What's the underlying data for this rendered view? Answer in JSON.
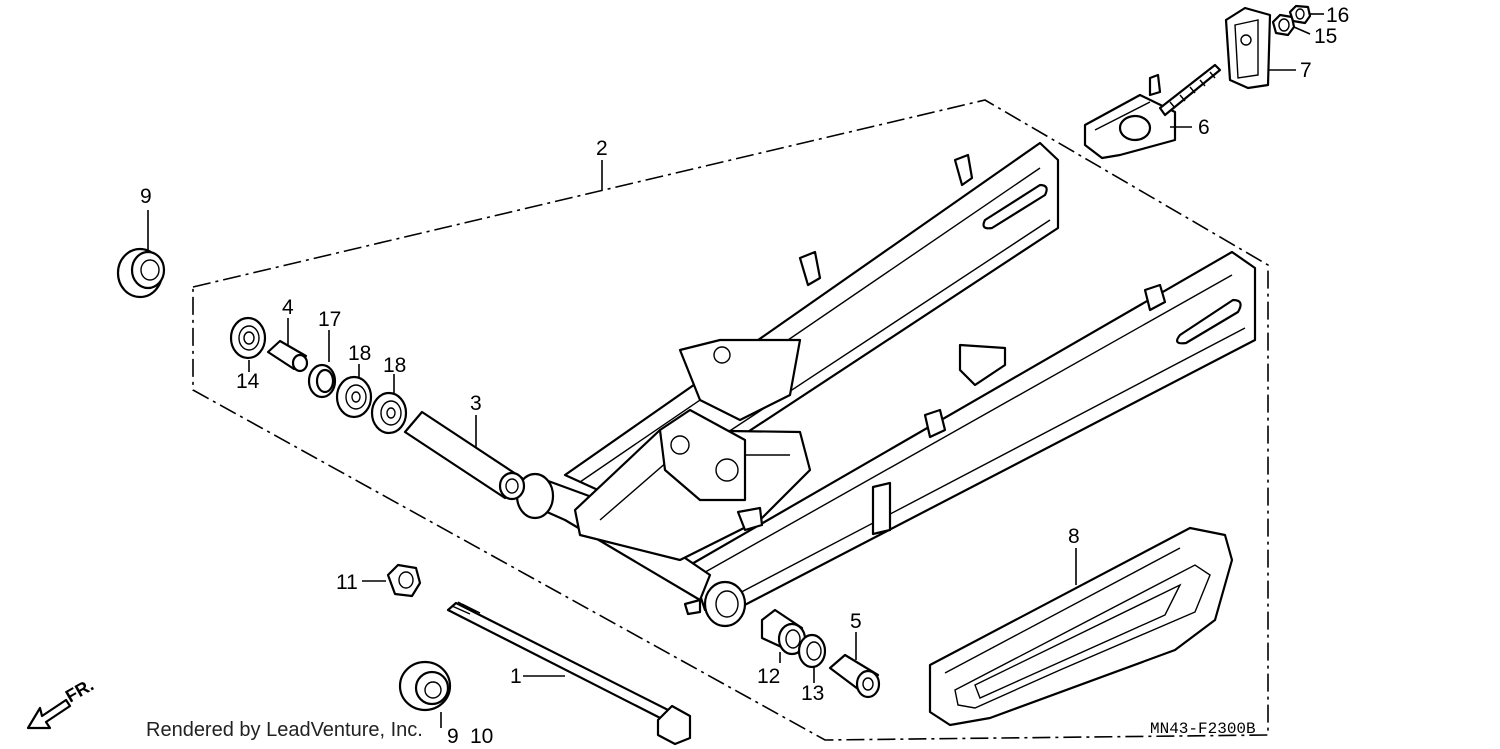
{
  "diagram": {
    "callouts": [
      {
        "id": "c1",
        "label": "1"
      },
      {
        "id": "c2",
        "label": "2"
      },
      {
        "id": "c3",
        "label": "3"
      },
      {
        "id": "c4",
        "label": "4"
      },
      {
        "id": "c5",
        "label": "5"
      },
      {
        "id": "c6",
        "label": "6"
      },
      {
        "id": "c7",
        "label": "7"
      },
      {
        "id": "c8",
        "label": "8"
      },
      {
        "id": "c9a",
        "label": "9"
      },
      {
        "id": "c9b",
        "label": "9"
      },
      {
        "id": "c10",
        "label": "10"
      },
      {
        "id": "c11",
        "label": "11"
      },
      {
        "id": "c12",
        "label": "12"
      },
      {
        "id": "c13",
        "label": "13"
      },
      {
        "id": "c14",
        "label": "14"
      },
      {
        "id": "c15",
        "label": "15"
      },
      {
        "id": "c16",
        "label": "16"
      },
      {
        "id": "c17",
        "label": "17"
      },
      {
        "id": "c18a",
        "label": "18"
      },
      {
        "id": "c18b",
        "label": "18"
      }
    ],
    "front_marker": "FR.",
    "credit": "Rendered by LeadVenture, Inc.",
    "drawing_code": "MN43-F2300B"
  }
}
